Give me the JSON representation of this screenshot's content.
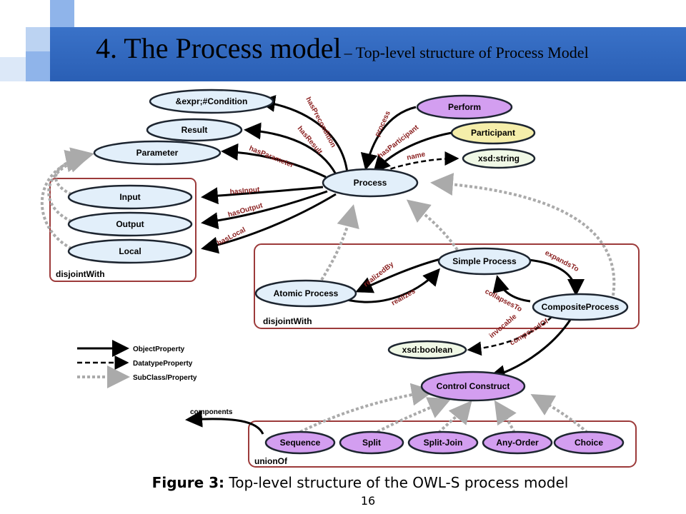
{
  "slide": {
    "title_main": "4. The Process model",
    "title_sub": "– Top-level structure of Process Model",
    "caption_label": "Figure 3:",
    "caption_text": "Top-level structure of the OWL-S process model",
    "page_number": "16"
  },
  "colors": {
    "header_blue": "#2a5fb5",
    "node_blue": "#e2effa",
    "node_purple": "#d39ef0",
    "node_yellow": "#f5eeaa",
    "node_green": "#f0f8e6",
    "group_border": "#9c3a3a"
  },
  "diagram": {
    "nodes": {
      "condition": "&expr;#Condition",
      "result": "Result",
      "parameter": "Parameter",
      "input": "Input",
      "output": "Output",
      "local": "Local",
      "process": "Process",
      "perform": "Perform",
      "participant": "Participant",
      "xsd_string": "xsd:string",
      "atomic_process": "Atomic Process",
      "simple_process": "Simple Process",
      "composite_process": "CompositeProcess",
      "xsd_boolean": "xsd:boolean",
      "control_construct": "Control Construct",
      "sequence": "Sequence",
      "split": "Split",
      "split_join": "Split-Join",
      "any_order": "Any-Order",
      "choice": "Choice"
    },
    "edges": {
      "has_precondition": "hasPrecondition",
      "has_result": "hasResult",
      "has_parameter": "hasParameter",
      "has_input": "hasInput",
      "has_output": "hasOutput",
      "has_local": "hasLocal",
      "process": "process",
      "has_participant": "hasParticipant",
      "name": "name",
      "realized_by": "realizedBy",
      "realizes": "realizes",
      "expands_to": "expandsTo",
      "collapses_to": "collapsesTo",
      "invocable": "invocable",
      "composed_of": "composedOf",
      "components": "components"
    },
    "groups": {
      "params_disjoint": "disjointWith",
      "process_disjoint": "disjointWith",
      "control_union": "unionOf"
    },
    "legend": {
      "object_property": "ObjectProperty",
      "datatype_property": "DatatypeProperty",
      "subclass_property": "SubClass/Property"
    }
  }
}
